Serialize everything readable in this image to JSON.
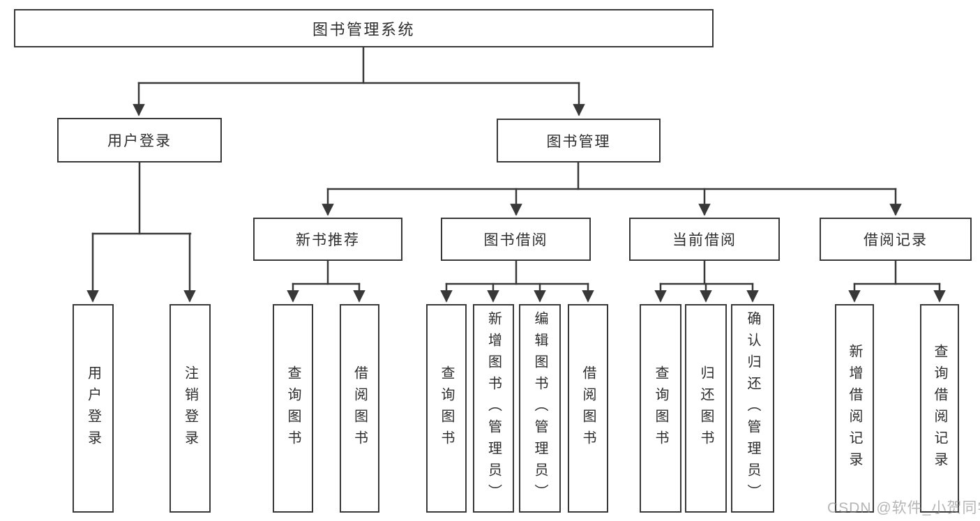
{
  "tree": {
    "label": "图书管理系统",
    "children": [
      {
        "label": "用户登录",
        "children": [
          {
            "label": "用户登录"
          },
          {
            "label": "注销登录"
          }
        ]
      },
      {
        "label": "图书管理",
        "children": [
          {
            "label": "新书推荐",
            "children": [
              {
                "label": "查询图书"
              },
              {
                "label": "借阅图书"
              }
            ]
          },
          {
            "label": "图书借阅",
            "children": [
              {
                "label": "查询图书"
              },
              {
                "label": "新增图书（管理员）"
              },
              {
                "label": "编辑图书（管理员）"
              },
              {
                "label": "借阅图书"
              }
            ]
          },
          {
            "label": "当前借阅",
            "children": [
              {
                "label": "查询图书"
              },
              {
                "label": "归还图书"
              },
              {
                "label": "确认归还（管理员）"
              }
            ]
          },
          {
            "label": "借阅记录",
            "children": [
              {
                "label": "新增借阅记录"
              },
              {
                "label": "查询借阅记录"
              }
            ]
          }
        ]
      }
    ]
  },
  "watermark": "CSDN @软件_小贺同学",
  "colors": {
    "line": "#383838",
    "text": "#2d2d2d",
    "node_fill": "#ffffff",
    "watermark": "#878787"
  }
}
